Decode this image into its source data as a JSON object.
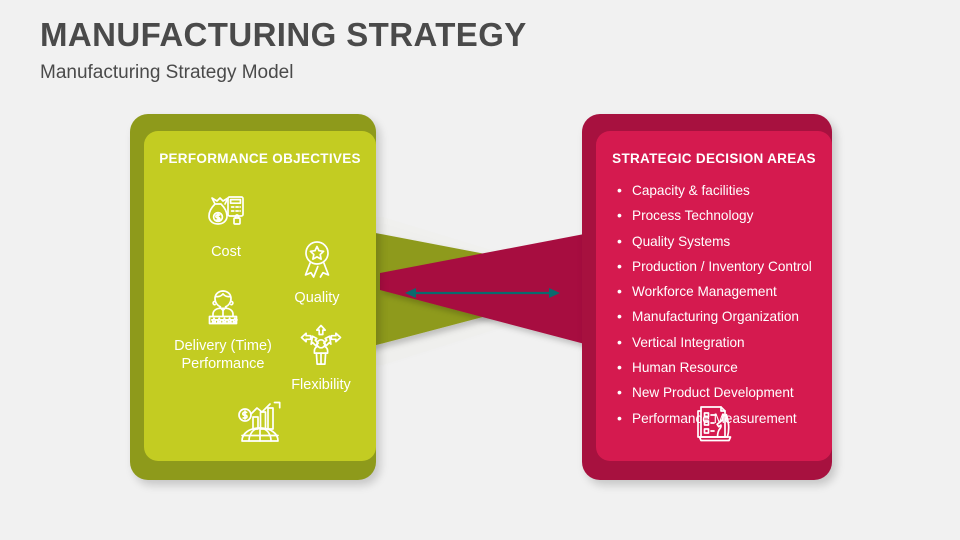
{
  "slide": {
    "title": "MANUFACTURING STRATEGY",
    "subtitle": "Manufacturing Strategy Model",
    "background_color": "#f1f1f1",
    "title_color": "#4a4a4a"
  },
  "left_panel": {
    "heading": "PERFORMANCE OBJECTIVES",
    "fill_color": "#c3cc22",
    "shadow_color": "#8e9a1b",
    "objectives": [
      {
        "label": "Cost",
        "icon": "money-bag-calculator-icon"
      },
      {
        "label": "Quality",
        "icon": "award-ribbon-icon"
      },
      {
        "label": "Delivery (Time)\nPerformance",
        "icon": "person-star-rating-icon"
      },
      {
        "label": "Flexibility",
        "icon": "person-multi-direction-arrows-icon"
      }
    ],
    "bottom_icon": "growth-chart-globe-icon"
  },
  "right_panel": {
    "heading": "STRATEGIC DECISION AREAS",
    "fill_color": "#d51a4f",
    "shadow_color": "#a7113f",
    "items": [
      "Capacity & facilities",
      "Process Technology",
      "Quality Systems",
      "Production / Inventory Control",
      "Workforce Management",
      "Manufacturing Organization",
      "Vertical Integration",
      "Human Resource",
      "New Product Development",
      "Performance Measurement"
    ],
    "bottom_icon": "checklist-chess-knight-icon"
  },
  "connector": {
    "icon": "bowtie-crossing-bands",
    "left_band_color": "#8e9a1b",
    "right_band_color": "#a7113f",
    "arrow_color": "#0a6a6e",
    "arrow_icon": "double-headed-arrow-icon"
  }
}
